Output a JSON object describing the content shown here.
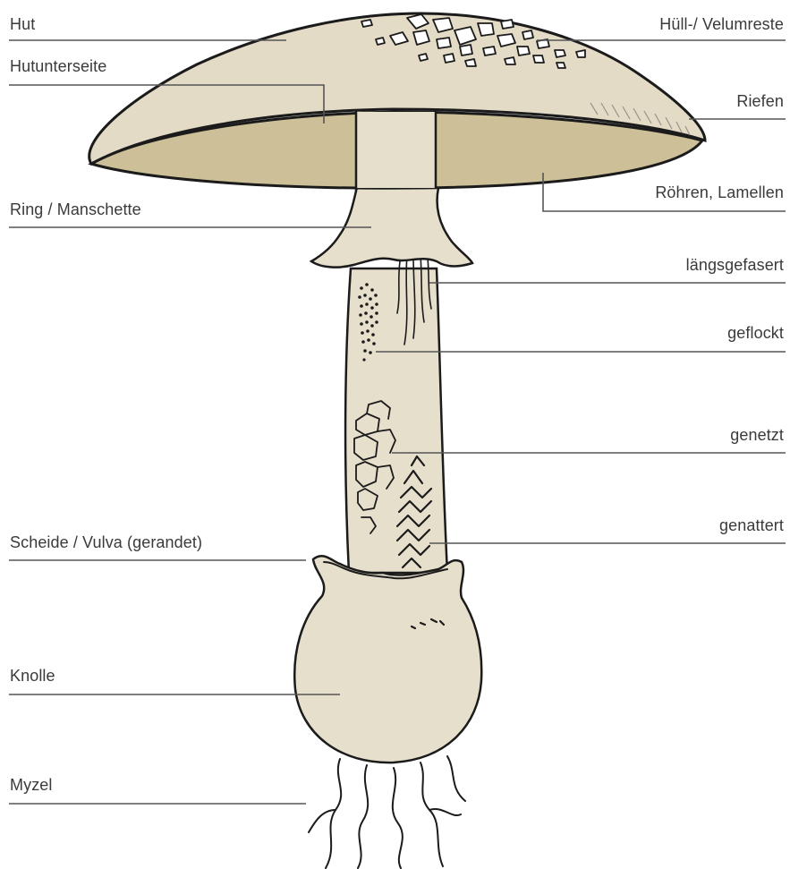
{
  "labels_left": {
    "hut": "Hut",
    "hutunterseite": "Hutunterseite",
    "ring": "Ring / Manschette",
    "scheide": "Scheide / Vulva (gerandet)",
    "knolle": "Knolle",
    "myzel": "Myzel"
  },
  "labels_right": {
    "velumreste": "Hüll-/ Velumreste",
    "riefen": "Riefen",
    "lamellen": "Röhren, Lamellen",
    "laengsgefasert": "längsgefasert",
    "geflockt": "geflockt",
    "genetzt": "genetzt",
    "genattert": "genattert"
  },
  "colors": {
    "cap": "#e3dbc6",
    "gills": "#cdbf97",
    "stem": "#e6dfcc",
    "ink": "#1b1b1b",
    "label_line": "#555555"
  }
}
